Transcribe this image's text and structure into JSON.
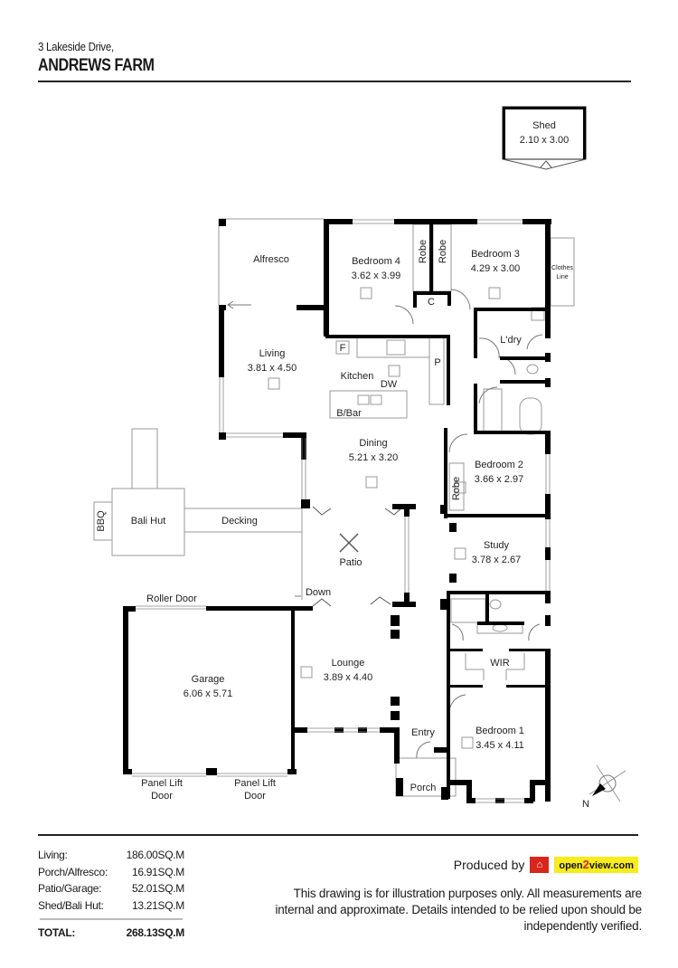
{
  "header": {
    "address_line": "3 Lakeside Drive,",
    "suburb": "ANDREWS FARM"
  },
  "rooms": {
    "shed": {
      "name": "Shed",
      "dims": "2.10 x 3.00"
    },
    "alfresco": {
      "name": "Alfresco"
    },
    "bedroom4": {
      "name": "Bedroom 4",
      "dims": "3.62 x 3.99"
    },
    "robe_a": {
      "name": "Robe"
    },
    "robe_b": {
      "name": "Robe"
    },
    "bedroom3": {
      "name": "Bedroom 3",
      "dims": "4.29 x 3.00"
    },
    "clothes_line": {
      "line1": "Clothes",
      "line2": "Line"
    },
    "linen": {
      "name": "C"
    },
    "living": {
      "name": "Living",
      "dims": "3.81 x 4.50"
    },
    "fridge": {
      "name": "F"
    },
    "kitchen": {
      "name": "Kitchen"
    },
    "pantry": {
      "name": "P"
    },
    "dishwasher": {
      "name": "DW"
    },
    "breakfast_bar": {
      "name": "B/Bar"
    },
    "laundry": {
      "name": "L'dry"
    },
    "dining": {
      "name": "Dining",
      "dims": "5.21 x 3.20"
    },
    "bedroom2": {
      "name": "Bedroom 2",
      "dims": "3.66 x 2.97"
    },
    "robe_c": {
      "name": "Robe"
    },
    "bbq": {
      "name": "BBQ"
    },
    "bali_hut": {
      "name": "Bali Hut"
    },
    "decking": {
      "name": "Decking"
    },
    "patio": {
      "name": "Patio"
    },
    "study": {
      "name": "Study",
      "dims": "3.78 x 2.67"
    },
    "down": {
      "name": "Down"
    },
    "roller_door": {
      "name": "Roller Door"
    },
    "garage": {
      "name": "Garage",
      "dims": "6.06 x 5.71"
    },
    "lounge": {
      "name": "Lounge",
      "dims": "3.89 x 4.40"
    },
    "wir": {
      "name": "WIR"
    },
    "entry": {
      "name": "Entry"
    },
    "bedroom1": {
      "name": "Bedroom 1",
      "dims": "3.45 x 4.11"
    },
    "porch": {
      "name": "Porch"
    },
    "panel_door_1": {
      "line1": "Panel Lift",
      "line2": "Door"
    },
    "panel_door_2": {
      "line1": "Panel Lift",
      "line2": "Door"
    }
  },
  "compass": {
    "label": "N"
  },
  "areas": [
    {
      "label": "Living:",
      "value": "186.00SQ.M"
    },
    {
      "label": "Porch/Alfresco:",
      "value": "16.91SQ.M"
    },
    {
      "label": "Patio/Garage:",
      "value": "52.01SQ.M"
    },
    {
      "label": "Shed/Bali Hut:",
      "value": "13.21SQ.M"
    }
  ],
  "total": {
    "label": "TOTAL:",
    "value": "268.13SQ.M"
  },
  "footer": {
    "produced_by": "Produced by",
    "logo_text_a": "open",
    "logo_text_b": "2",
    "logo_text_c": "view.com",
    "disclaimer": "This drawing is for illustration purposes only. All measurements are internal and approximate. Details intended to be relied upon should be independently verified."
  },
  "colors": {
    "wall": "#000000",
    "logo_red": "#d9261c",
    "logo_yellow": "#f7ec1c"
  }
}
